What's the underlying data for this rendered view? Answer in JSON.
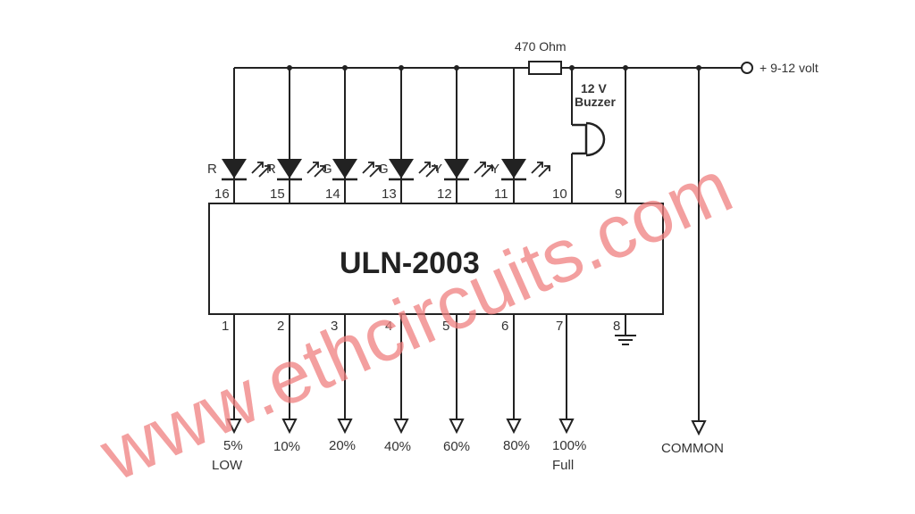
{
  "ic": {
    "name": "ULN-2003"
  },
  "resistor": {
    "label": "470 Ohm"
  },
  "supply": {
    "label": "+ 9-12 volt"
  },
  "buzzer": {
    "line1": "12 V",
    "line2": "Buzzer"
  },
  "leds": [
    {
      "color": "R",
      "pin": "16"
    },
    {
      "color": "R",
      "pin": "15"
    },
    {
      "color": "G",
      "pin": "14"
    },
    {
      "color": "G",
      "pin": "13"
    },
    {
      "color": "Y",
      "pin": "12"
    },
    {
      "color": "Y",
      "pin": "11"
    }
  ],
  "top_pins": {
    "buzzer_pin": "10",
    "common_pin": "9"
  },
  "inputs": [
    {
      "pin": "1",
      "label": "5%",
      "sub": "LOW"
    },
    {
      "pin": "2",
      "label": "10%",
      "sub": ""
    },
    {
      "pin": "3",
      "label": "20%",
      "sub": ""
    },
    {
      "pin": "4",
      "label": "40%",
      "sub": ""
    },
    {
      "pin": "5",
      "label": "60%",
      "sub": ""
    },
    {
      "pin": "6",
      "label": "80%",
      "sub": ""
    },
    {
      "pin": "7",
      "label": "100%",
      "sub": "Full"
    }
  ],
  "ground_pin": "8",
  "common": {
    "label": "COMMON"
  },
  "watermark": "www.ethcircuits.com"
}
